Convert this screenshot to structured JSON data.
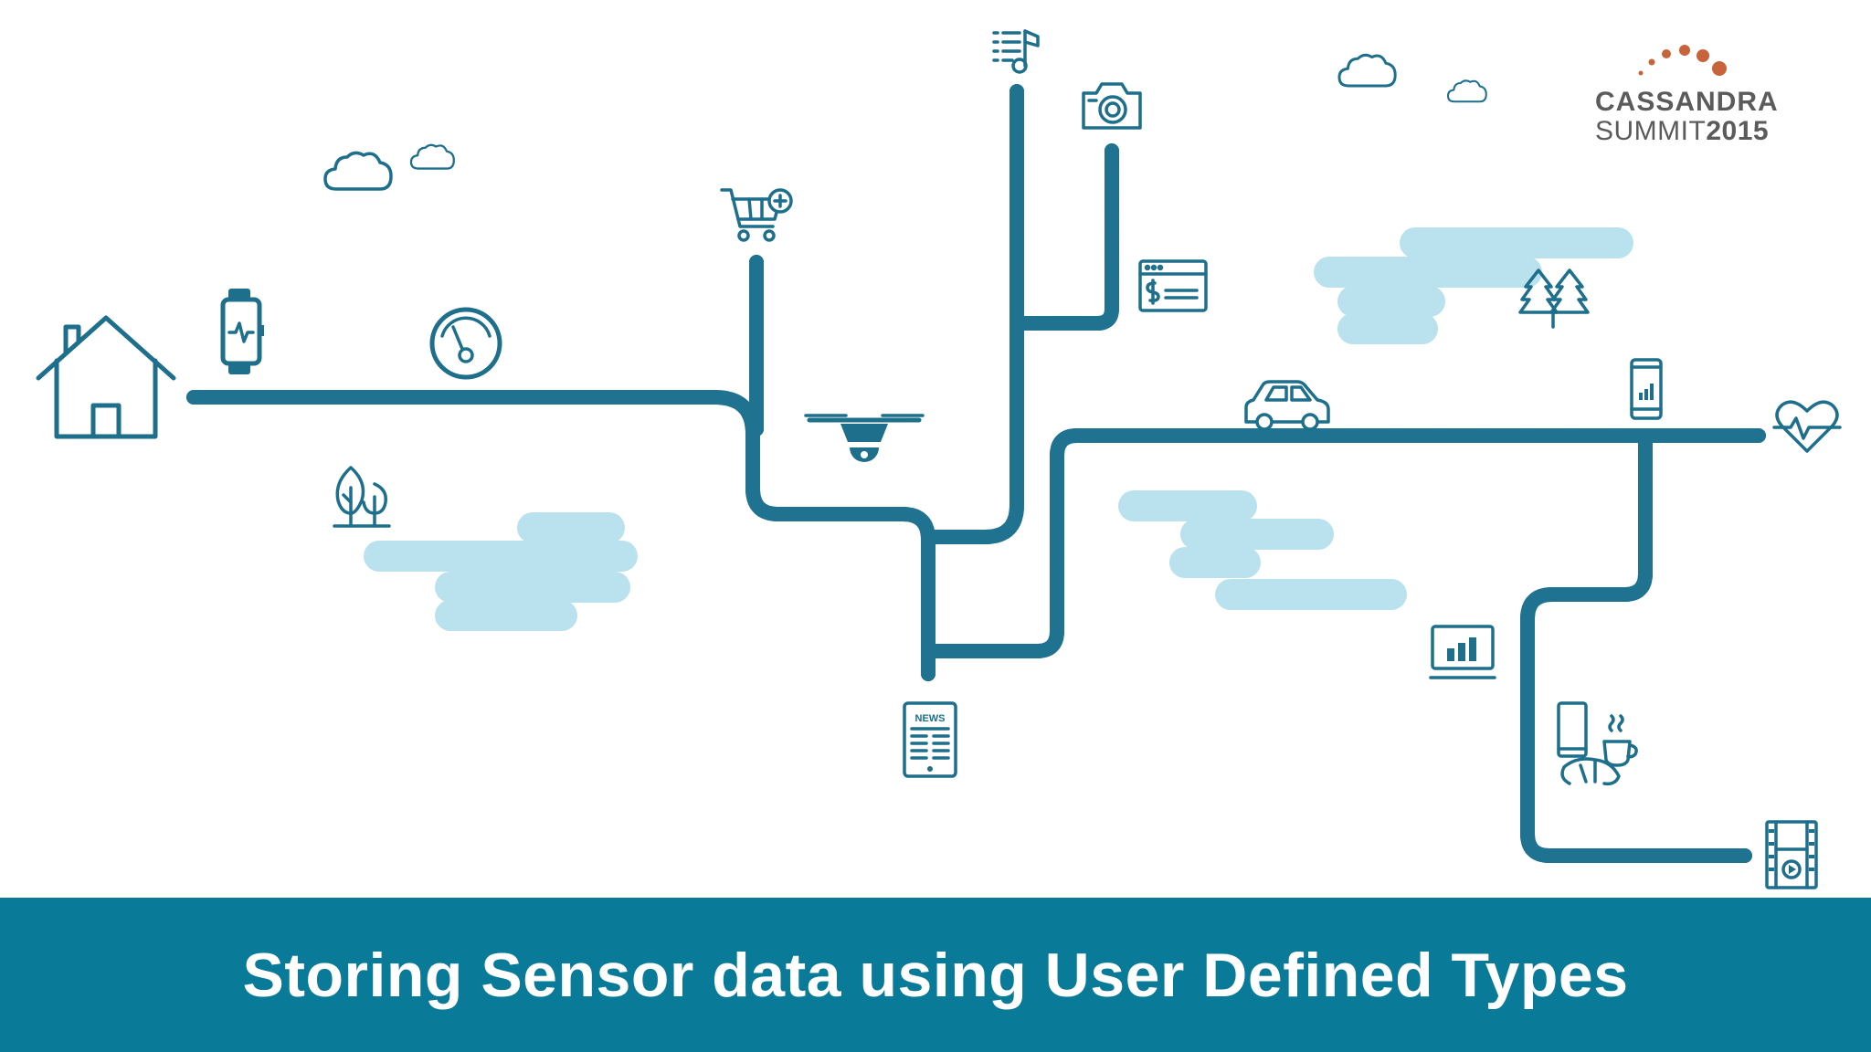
{
  "slide": {
    "title": "Storing Sensor data using User Defined Types",
    "logo": {
      "line1": "CASSANDRA",
      "line2_light": "SUMMIT",
      "line2_bold": "2015"
    }
  },
  "icons": {
    "newspaper_label": "NEWS"
  },
  "colors": {
    "road": "#1f7391",
    "icon": "#1d6f8c",
    "cloud_band": "#b9e1ee",
    "banner": "#0a7a99",
    "logo_dots": "#c8643c"
  }
}
